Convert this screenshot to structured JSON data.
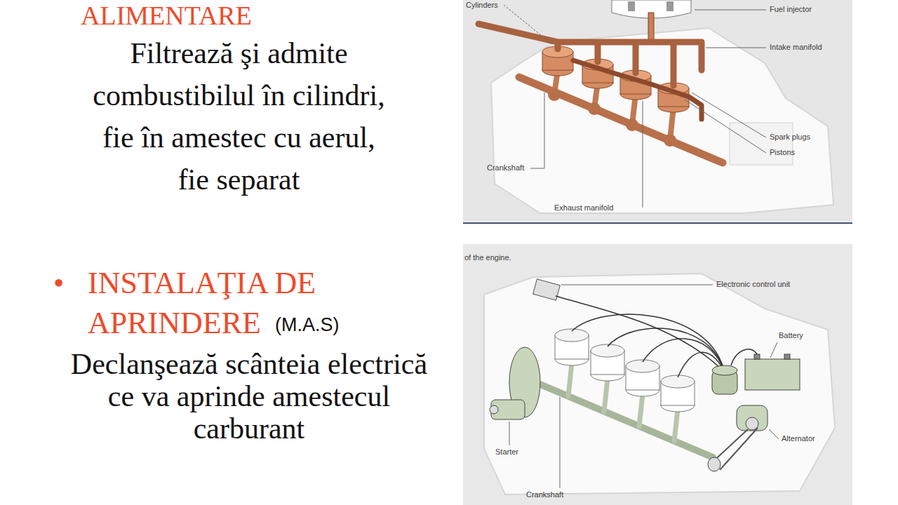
{
  "diagram": {
    "labels": [
      "ALIMENTARE",
      "Filtrează şi admite combustibilul în cilindri, fie în amestec cu aerul, fie separat",
      "•",
      "INSTALAŢIA DE APRINDERE",
      "(M.A.S)",
      "Declanşează scânteia electrică ce va aprinde amestecul carburant",
      "Cylinders",
      "Fuel injector",
      "Intake manifold",
      "Spark plugs",
      "Pistons",
      "Crankshaft",
      "Exhaust manifold",
      "of the engine.",
      "Electronic control unit",
      "Battery",
      "Alternator",
      "Starter",
      "Crankshaft"
    ]
  }
}
